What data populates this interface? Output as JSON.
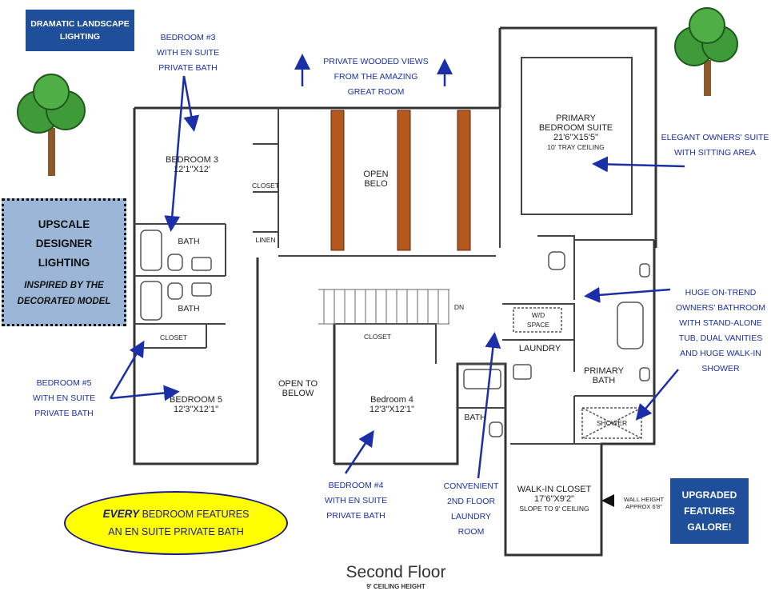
{
  "colors": {
    "badge": "#1f4e9b",
    "note_text": "#1b2fa8",
    "upscale_bg": "#9cb6d8",
    "ellipse_fill": "#ffff00",
    "beam": "#b5581e",
    "tree_canopy": "#3f9a3a",
    "tree_trunk": "#8b5a2b"
  },
  "badges": {
    "dramatic_landscape": "DRAMATIC LANDSCAPE LIGHTING",
    "upscale_lines": [
      "UPSCALE",
      "DESIGNER",
      "LIGHTING"
    ],
    "upscale_sub": "INSPIRED BY THE DECORATED MODEL",
    "upgraded_lines": [
      "UPGRADED",
      "FEATURES",
      "GALORE!"
    ],
    "every_emph": "EVERY",
    "every_rest1": "BEDROOM FEATURES",
    "every_line2": "AN EN SUITE PRIVATE BATH"
  },
  "callouts": {
    "bedroom3": "BEDROOM #3\nWITH EN SUITE\nPRIVATE BATH",
    "views": "PRIVATE WOODED VIEWS\nFROM THE AMAZING\nGREAT ROOM",
    "owners_suite": "ELEGANT OWNERS' SUITE\nWITH SITTING AREA",
    "owners_bath": "HUGE ON-TREND\nOWNERS' BATHROOM\nWITH STAND-ALONE\nTUB, DUAL VANITIES\nAND HUGE WALK-IN\nSHOWER",
    "bedroom5": "BEDROOM #5\nWITH EN SUITE\nPRIVATE BATH",
    "bedroom4": "BEDROOM #4\nWITH EN SUITE\nPRIVATE BATH",
    "laundry": "CONVENIENT\n2ND FLOOR\nLAUNDRY\nROOM"
  },
  "rooms": {
    "bedroom3": {
      "name": "BEDROOM 3",
      "dims": "12'1\"X12'"
    },
    "bedroom5": {
      "name": "BEDROOM 5",
      "dims": "12'3\"X12'1\""
    },
    "bedroom4": {
      "name": "Bedroom 4",
      "dims": "12'3\"X12'1\""
    },
    "primary_suite": {
      "name": "PRIMARY\nBEDROOM SUITE",
      "dims": "21'6\"X15'5\"",
      "ceiling": "10' TRAY CEILING"
    },
    "primary_bath": "PRIMARY\nBATH",
    "walkin": {
      "name": "WALK-IN CLOSET",
      "dims": "17'6\"X9'2\"",
      "note": "SLOPE TO 9' CEILING"
    },
    "open_below_top": "OPEN\nBELO",
    "open_below_left": "OPEN TO\nBELOW",
    "bath_upper": "BATH",
    "bath_lower": "BATH",
    "bath_b4": "BATH",
    "closet_b3": "CLOSET",
    "closet_b5": "CLOSET",
    "closet_b4": "CLOSET",
    "linen": "LINEN",
    "laundry": "LAUNDRY",
    "wd_space": "W/D\nSPACE",
    "shower": "SHOWER",
    "dn": "DN",
    "wall_height": "WALL HEIGHT\nAPPROX 6'8\""
  },
  "footer": {
    "title": "Second Floor",
    "subtitle": "9' CEILING HEIGHT"
  }
}
